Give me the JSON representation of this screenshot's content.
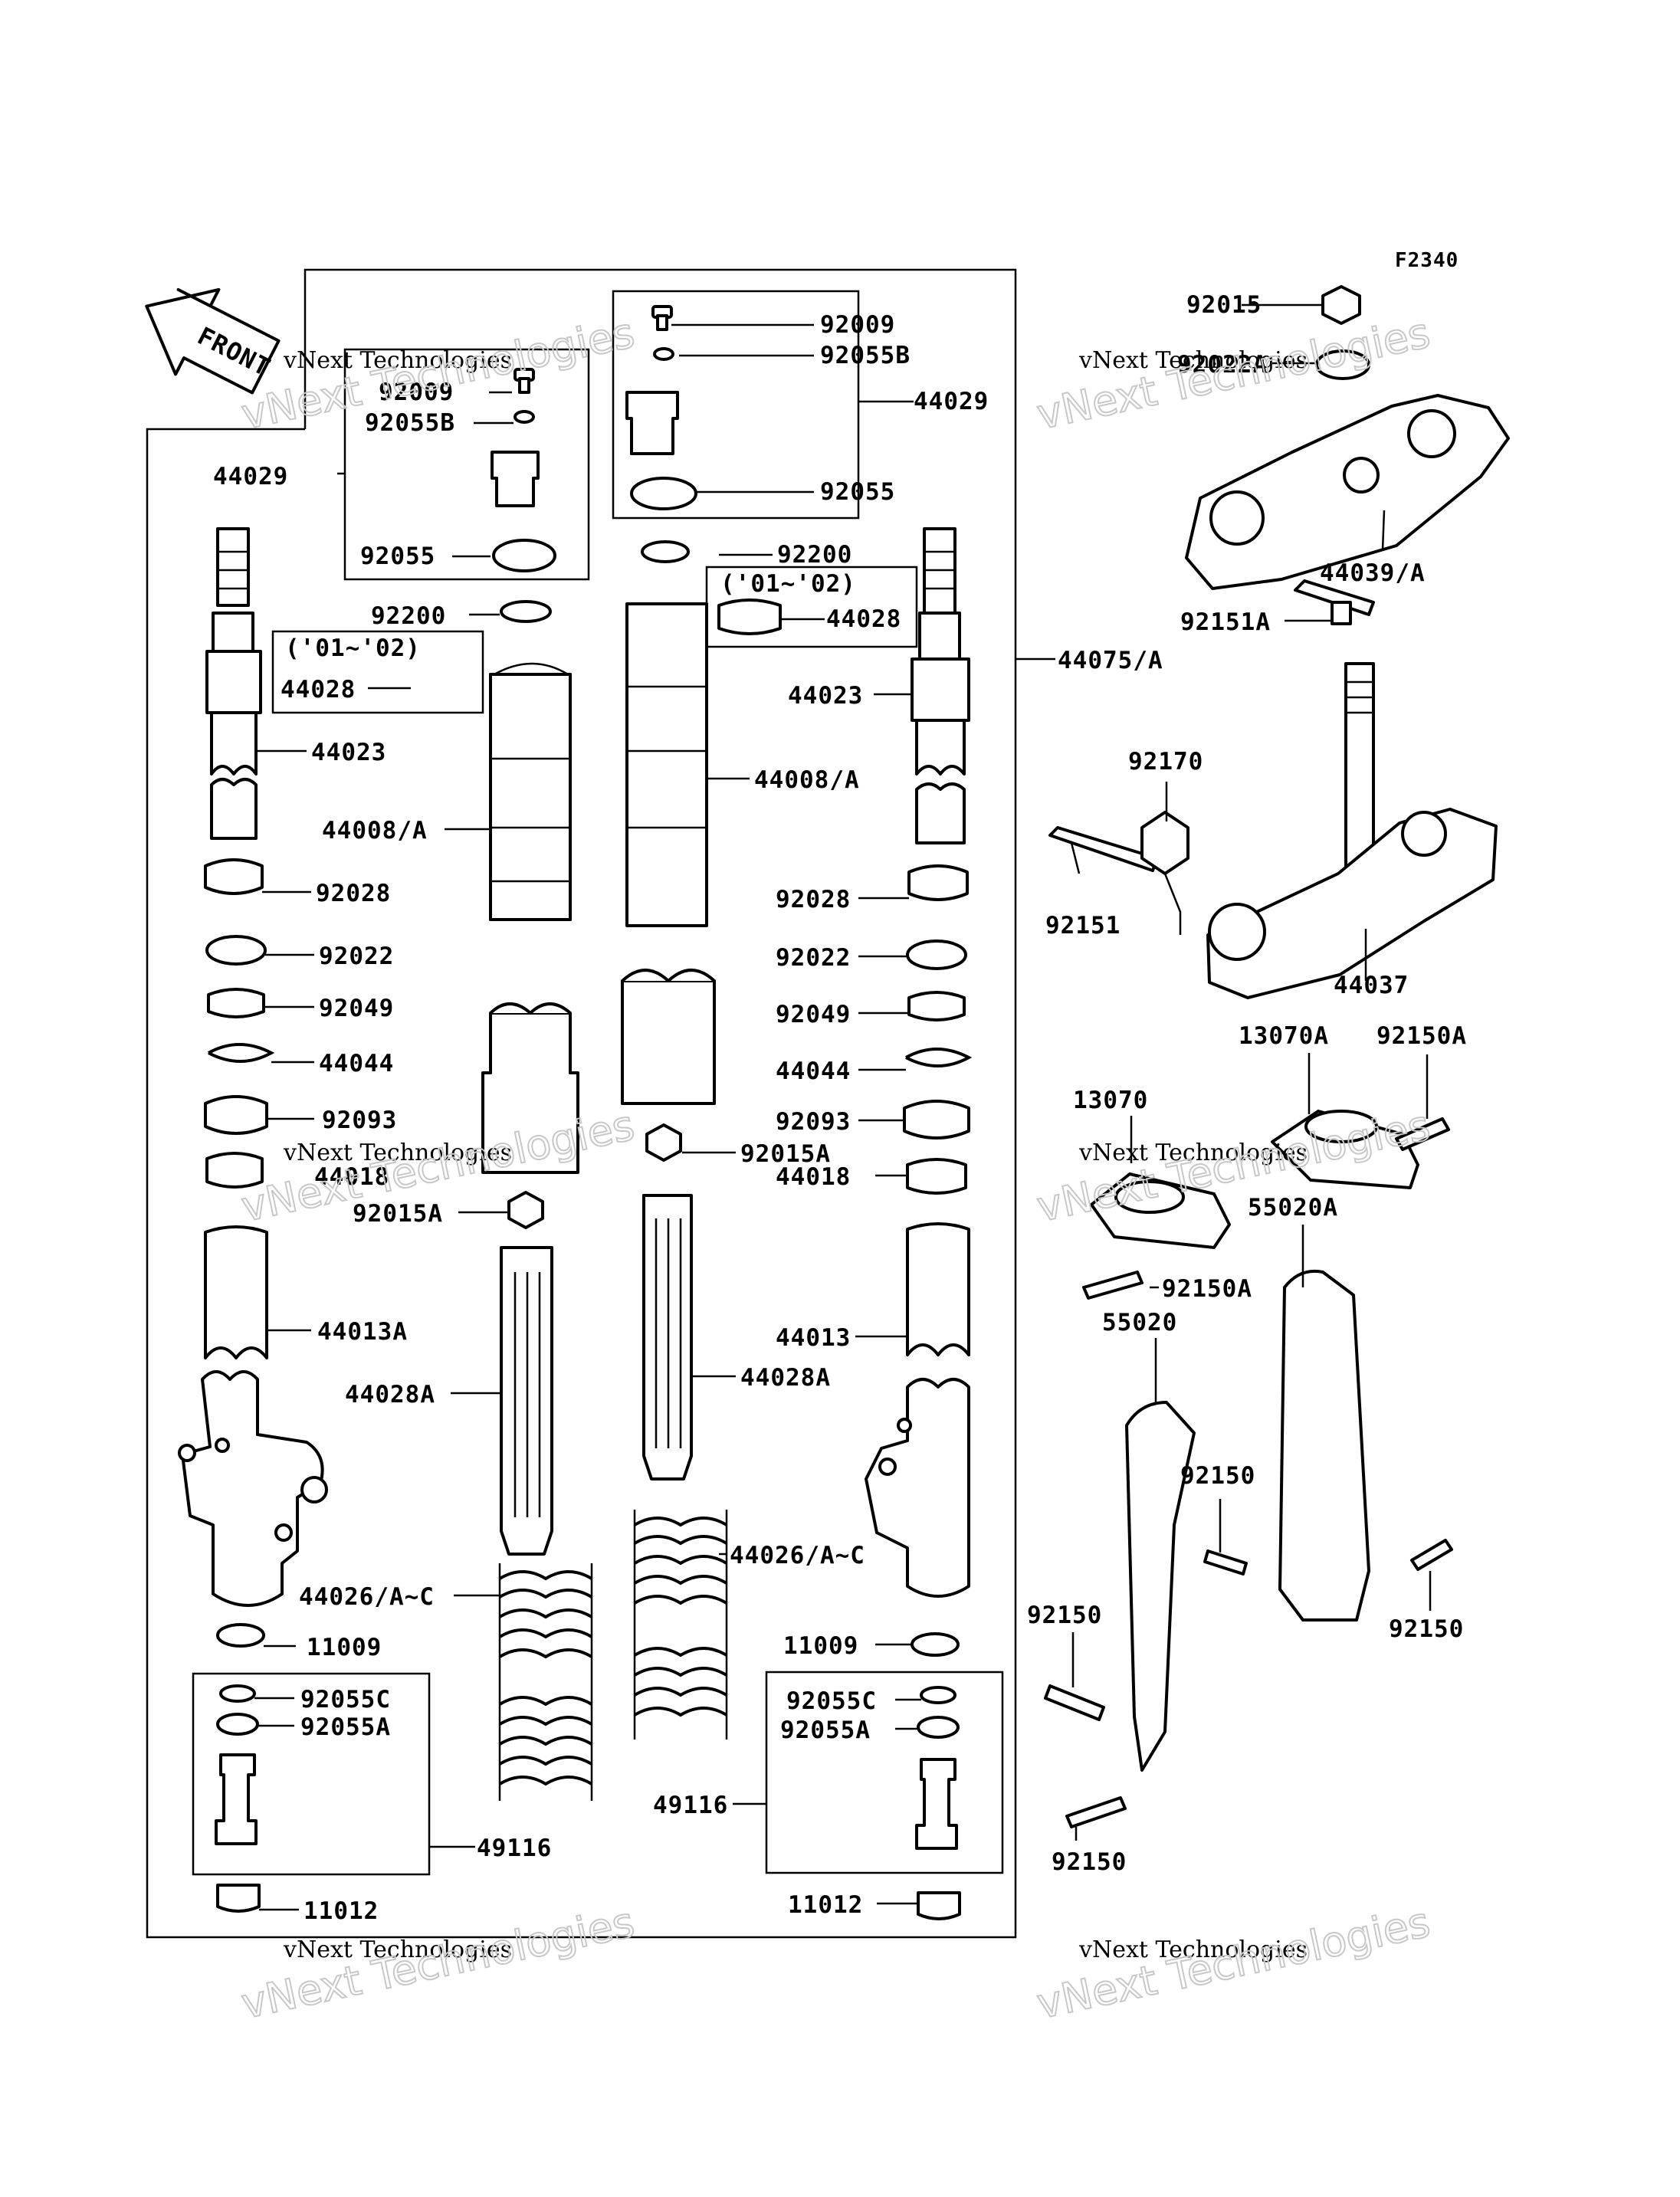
{
  "diagram": {
    "figure_code": "F2340",
    "front_label": "FRONT",
    "watermark": {
      "line1": "vNext Technologies",
      "line2": "vNext Technologies"
    },
    "labels": {
      "l44029": "44029",
      "l92009": "92009",
      "l92055B": "92055B",
      "l92055": "92055",
      "r44029": "44029",
      "r92009": "92009",
      "r92055B": "92055B",
      "r92055": "92055",
      "l92200": "92200",
      "r92200": "92200",
      "l_years": "('01~'02)",
      "r_years": "('01~'02)",
      "l44028": "44028",
      "r44028": "44028",
      "l44023": "44023",
      "r44023": "44023",
      "l44008": "44008/A",
      "r44008": "44008/A",
      "l92028": "92028",
      "r92028": "92028",
      "l92022": "92022",
      "r92022": "92022",
      "l92049": "92049",
      "r92049": "92049",
      "l44044": "44044",
      "r44044": "44044",
      "l92093": "92093",
      "r92093": "92093",
      "l44018": "44018",
      "r44018": "44018",
      "l92015A": "92015A",
      "r92015A": "92015A",
      "l44013A": "44013A",
      "r44013": "44013",
      "l44028A": "44028A",
      "r44028A": "44028A",
      "l44026": "44026/A~C",
      "r44026": "44026/A~C",
      "l11009": "11009",
      "r11009": "11009",
      "l92055C": "92055C",
      "r92055C": "92055C",
      "l92055A": "92055A",
      "r92055A": "92055A",
      "l49116": "49116",
      "r49116": "49116",
      "l11012": "11012",
      "r11012": "11012",
      "a44075": "44075/A",
      "a92015": "92015",
      "a92022A": "92022A",
      "a44039": "44039/A",
      "a92151A": "92151A",
      "a92170": "92170",
      "a92151": "92151",
      "a44037": "44037",
      "a13070A": "13070A",
      "a92150A_top": "92150A",
      "a13070": "13070",
      "a55020A": "55020A",
      "a92150A_bot": "92150A",
      "a55020": "55020",
      "a92150_a": "92150",
      "a92150_b": "92150",
      "a92150_c": "92150",
      "a92150_d": "92150"
    }
  }
}
